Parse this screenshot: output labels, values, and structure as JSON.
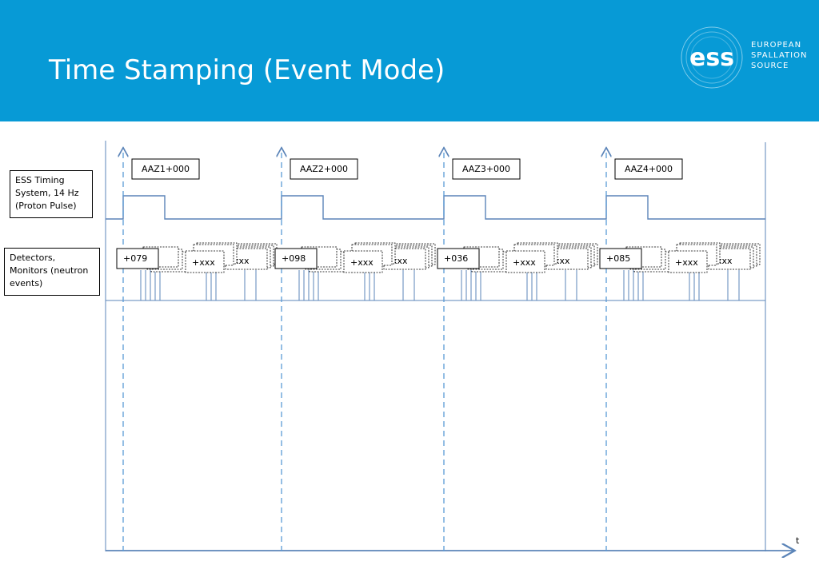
{
  "title": "Time Stamping (Event Mode)",
  "logo": {
    "mark": "ess",
    "lines": [
      "EUROPEAN",
      "SPALLATION",
      "SOURCE"
    ]
  },
  "side_labels": {
    "timing": "ESS Timing\nSystem, 14 Hz\n(Proton Pulse)",
    "detectors": "Detectors,\nMonitors (neutron\nevents)"
  },
  "pulses": [
    {
      "timestamp": "AAZ1+000",
      "first_event": "+079",
      "event_label": "+xxx",
      "back_event": "xxx"
    },
    {
      "timestamp": "AAZ2+000",
      "first_event": "+098",
      "event_label": "+xxx",
      "back_event": "xxx"
    },
    {
      "timestamp": "AAZ3+000",
      "first_event": "+036",
      "event_label": "+xxx",
      "back_event": "xxx"
    },
    {
      "timestamp": "AAZ4+000",
      "first_event": "+085",
      "event_label": "+xxx",
      "back_event": "xxx"
    }
  ],
  "time_axis_label": "t",
  "colors": {
    "header": "#079ad6",
    "line": "#5b84b8",
    "dashed": "#5b9bd5"
  }
}
